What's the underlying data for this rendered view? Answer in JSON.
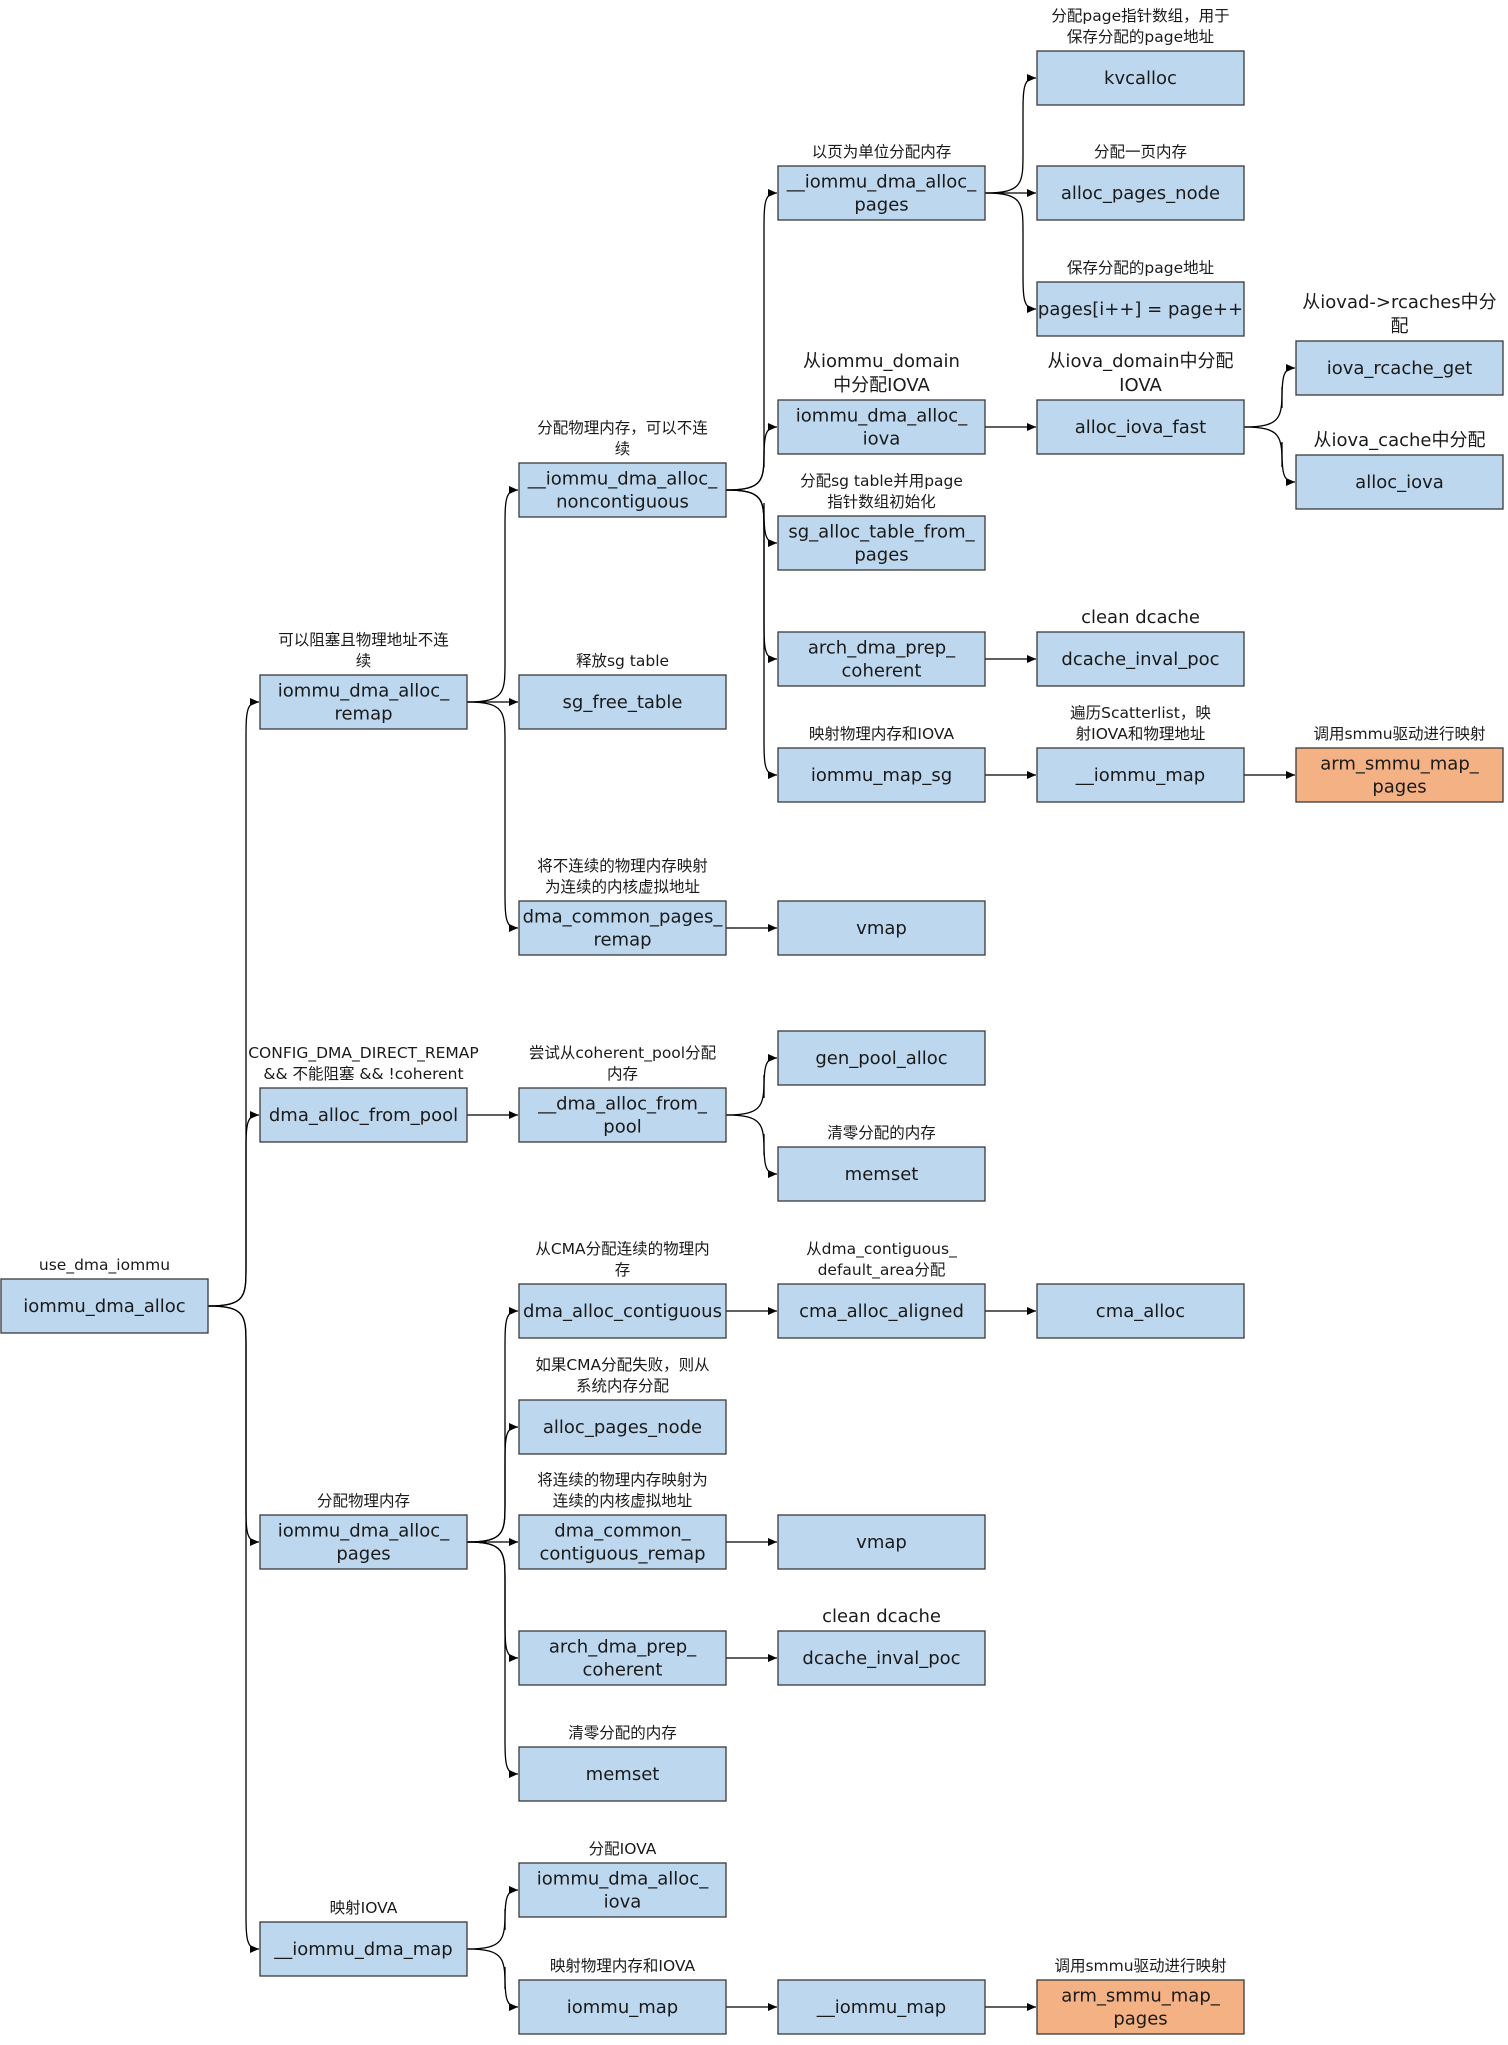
{
  "colors": {
    "box_fill": "#bdd7ee",
    "box_highlight": "#f4b183",
    "border": "#3a3a3a",
    "text": "#1a1a1a"
  },
  "nodes": [
    {
      "id": "root",
      "lines": [
        "iommu_dma_alloc"
      ]
    },
    {
      "id": "remap",
      "lines": [
        "iommu_dma_alloc_",
        "remap"
      ]
    },
    {
      "id": "from_pool",
      "lines": [
        "dma_alloc_from_pool"
      ]
    },
    {
      "id": "alloc_pages",
      "lines": [
        "iommu_dma_alloc_",
        "pages"
      ]
    },
    {
      "id": "dma_map",
      "lines": [
        "__iommu_dma_map"
      ]
    },
    {
      "id": "noncontig",
      "lines": [
        "__iommu_dma_alloc_",
        "noncontiguous"
      ]
    },
    {
      "id": "sg_free",
      "lines": [
        "sg_free_table"
      ]
    },
    {
      "id": "common_remap",
      "lines": [
        "dma_common_pages_",
        "remap"
      ]
    },
    {
      "id": "alloc_pages_fn",
      "lines": [
        "__iommu_dma_alloc_",
        "pages"
      ]
    },
    {
      "id": "alloc_iova",
      "lines": [
        "iommu_dma_alloc_",
        "iova"
      ]
    },
    {
      "id": "sg_alloc",
      "lines": [
        "sg_alloc_table_from_",
        "pages"
      ]
    },
    {
      "id": "prep_coh1",
      "lines": [
        "arch_dma_prep_",
        "coherent"
      ]
    },
    {
      "id": "map_sg",
      "lines": [
        "iommu_map_sg"
      ]
    },
    {
      "id": "vmap1",
      "lines": [
        "vmap"
      ]
    },
    {
      "id": "kvcalloc",
      "lines": [
        "kvcalloc"
      ]
    },
    {
      "id": "alloc_pages_node1",
      "lines": [
        "alloc_pages_node"
      ]
    },
    {
      "id": "pages_assign",
      "lines": [
        "pages[i++] = page++"
      ]
    },
    {
      "id": "iova_fast",
      "lines": [
        "alloc_iova_fast"
      ]
    },
    {
      "id": "inval1",
      "lines": [
        "dcache_inval_poc"
      ]
    },
    {
      "id": "iommu_map1",
      "lines": [
        "__iommu_map"
      ]
    },
    {
      "id": "rcache_get",
      "lines": [
        "iova_rcache_get"
      ]
    },
    {
      "id": "alloc_iova2",
      "lines": [
        "alloc_iova"
      ]
    },
    {
      "id": "smmu1",
      "lines": [
        "arm_smmu_map_",
        "pages"
      ],
      "highlight": true
    },
    {
      "id": "dma_pool",
      "lines": [
        "__dma_alloc_from_",
        "pool"
      ]
    },
    {
      "id": "gen_pool",
      "lines": [
        "gen_pool_alloc"
      ]
    },
    {
      "id": "memset1",
      "lines": [
        "memset"
      ]
    },
    {
      "id": "contig",
      "lines": [
        "dma_alloc_contiguous"
      ]
    },
    {
      "id": "alloc_pages_node2",
      "lines": [
        "alloc_pages_node"
      ]
    },
    {
      "id": "contig_remap",
      "lines": [
        "dma_common_",
        "contiguous_remap"
      ]
    },
    {
      "id": "prep_coh2",
      "lines": [
        "arch_dma_prep_",
        "coherent"
      ]
    },
    {
      "id": "memset2",
      "lines": [
        "memset"
      ]
    },
    {
      "id": "cma_aligned",
      "lines": [
        "cma_alloc_aligned"
      ]
    },
    {
      "id": "cma_alloc",
      "lines": [
        "cma_alloc"
      ]
    },
    {
      "id": "vmap2",
      "lines": [
        "vmap"
      ]
    },
    {
      "id": "inval2",
      "lines": [
        "dcache_inval_poc"
      ]
    },
    {
      "id": "alloc_iova3",
      "lines": [
        "iommu_dma_alloc_",
        "iova"
      ]
    },
    {
      "id": "iommu_map",
      "lines": [
        "iommu_map"
      ]
    },
    {
      "id": "iommu_map2",
      "lines": [
        "__iommu_map"
      ]
    },
    {
      "id": "smmu2",
      "lines": [
        "arm_smmu_map_",
        "pages"
      ],
      "highlight": true
    }
  ],
  "labels": [
    {
      "id": "root",
      "lines": [
        "use_dma_iommu"
      ]
    },
    {
      "id": "remap",
      "lines": [
        "可以阻塞且物理地址不连",
        "续"
      ]
    },
    {
      "id": "from_pool",
      "lines": [
        "CONFIG_DMA_DIRECT_REMAP",
        "&& 不能阻塞 && !coherent"
      ]
    },
    {
      "id": "alloc_pages",
      "lines": [
        "分配物理内存"
      ]
    },
    {
      "id": "dma_map",
      "lines": [
        "映射IOVA"
      ]
    },
    {
      "id": "noncontig",
      "lines": [
        "分配物理内存，可以不连",
        "续"
      ]
    },
    {
      "id": "sg_free",
      "lines": [
        "释放sg table"
      ]
    },
    {
      "id": "common_remap",
      "lines": [
        "将不连续的物理内存映射",
        "为连续的内核虚拟地址"
      ]
    },
    {
      "id": "alloc_pages_fn",
      "lines": [
        "以页为单位分配内存"
      ]
    },
    {
      "id": "alloc_iova",
      "lines": [
        "从iommu_domain",
        "中分配IOVA"
      ],
      "big": true
    },
    {
      "id": "sg_alloc",
      "lines": [
        "分配sg table并用page",
        "指针数组初始化"
      ]
    },
    {
      "id": "map_sg",
      "lines": [
        "映射物理内存和IOVA"
      ]
    },
    {
      "id": "kvcalloc",
      "lines": [
        "分配page指针数组，用于",
        "保存分配的page地址"
      ]
    },
    {
      "id": "alloc_pages_node1",
      "lines": [
        "分配一页内存"
      ]
    },
    {
      "id": "pages_assign",
      "lines": [
        "保存分配的page地址"
      ]
    },
    {
      "id": "iova_fast",
      "lines": [
        "从iova_domain中分配",
        "IOVA"
      ],
      "big": true
    },
    {
      "id": "inval1",
      "lines": [
        "clean dcache"
      ],
      "big": true
    },
    {
      "id": "iommu_map1",
      "lines": [
        "遍历Scatterlist，映",
        "射IOVA和物理地址"
      ]
    },
    {
      "id": "rcache_get",
      "lines": [
        "从iovad->rcaches中分",
        "配"
      ],
      "big": true
    },
    {
      "id": "alloc_iova2",
      "lines": [
        "从iova_cache中分配"
      ],
      "big": true
    },
    {
      "id": "smmu1",
      "lines": [
        "调用smmu驱动进行映射"
      ]
    },
    {
      "id": "dma_pool",
      "lines": [
        "尝试从coherent_pool分配",
        "内存"
      ]
    },
    {
      "id": "memset1",
      "lines": [
        "清零分配的内存"
      ]
    },
    {
      "id": "contig",
      "lines": [
        "从CMA分配连续的物理内",
        "存"
      ]
    },
    {
      "id": "alloc_pages_node2",
      "lines": [
        "如果CMA分配失败，则从",
        "系统内存分配"
      ]
    },
    {
      "id": "contig_remap",
      "lines": [
        "将连续的物理内存映射为",
        "连续的内核虚拟地址"
      ]
    },
    {
      "id": "memset2",
      "lines": [
        "清零分配的内存"
      ]
    },
    {
      "id": "cma_aligned",
      "lines": [
        "从dma_contiguous_",
        "default_area分配"
      ]
    },
    {
      "id": "inval2",
      "lines": [
        "clean dcache"
      ],
      "big": true
    },
    {
      "id": "alloc_iova3",
      "lines": [
        "分配IOVA"
      ]
    },
    {
      "id": "iommu_map",
      "lines": [
        "映射物理内存和IOVA"
      ]
    },
    {
      "id": "smmu2",
      "lines": [
        "调用smmu驱动进行映射"
      ]
    }
  ],
  "edges": [
    [
      "root",
      "remap"
    ],
    [
      "root",
      "from_pool"
    ],
    [
      "root",
      "alloc_pages"
    ],
    [
      "root",
      "dma_map"
    ],
    [
      "remap",
      "noncontig"
    ],
    [
      "remap",
      "sg_free"
    ],
    [
      "remap",
      "common_remap"
    ],
    [
      "noncontig",
      "alloc_pages_fn"
    ],
    [
      "noncontig",
      "alloc_iova"
    ],
    [
      "noncontig",
      "sg_alloc"
    ],
    [
      "noncontig",
      "prep_coh1"
    ],
    [
      "noncontig",
      "map_sg"
    ],
    [
      "alloc_pages_fn",
      "kvcalloc"
    ],
    [
      "alloc_pages_fn",
      "alloc_pages_node1"
    ],
    [
      "alloc_pages_fn",
      "pages_assign"
    ],
    [
      "alloc_iova",
      "iova_fast"
    ],
    [
      "iova_fast",
      "rcache_get"
    ],
    [
      "iova_fast",
      "alloc_iova2"
    ],
    [
      "prep_coh1",
      "inval1"
    ],
    [
      "map_sg",
      "iommu_map1"
    ],
    [
      "iommu_map1",
      "smmu1"
    ],
    [
      "common_remap",
      "vmap1"
    ],
    [
      "from_pool",
      "dma_pool"
    ],
    [
      "dma_pool",
      "gen_pool"
    ],
    [
      "dma_pool",
      "memset1"
    ],
    [
      "alloc_pages",
      "contig"
    ],
    [
      "alloc_pages",
      "alloc_pages_node2"
    ],
    [
      "alloc_pages",
      "contig_remap"
    ],
    [
      "alloc_pages",
      "prep_coh2"
    ],
    [
      "alloc_pages",
      "memset2"
    ],
    [
      "contig",
      "cma_aligned"
    ],
    [
      "cma_aligned",
      "cma_alloc"
    ],
    [
      "contig_remap",
      "vmap2"
    ],
    [
      "prep_coh2",
      "inval2"
    ],
    [
      "dma_map",
      "alloc_iova3"
    ],
    [
      "dma_map",
      "iommu_map"
    ],
    [
      "iommu_map",
      "iommu_map2"
    ],
    [
      "iommu_map2",
      "smmu2"
    ]
  ]
}
